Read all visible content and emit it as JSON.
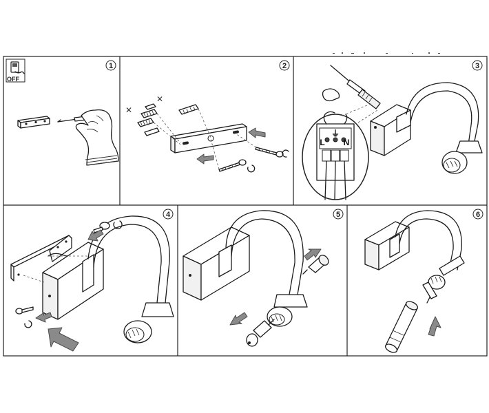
{
  "steps": [
    {
      "number": "1",
      "badge_text": "OFF"
    },
    {
      "number": "2"
    },
    {
      "number": "3",
      "terminals": [
        "L",
        "⏚",
        "N"
      ]
    },
    {
      "number": "4"
    },
    {
      "number": "5"
    },
    {
      "number": "6"
    }
  ],
  "colors": {
    "line": "#1c1c1c",
    "arrow_fill": "#8a8a8a",
    "background": "#ffffff"
  },
  "icons": [
    "power-switch-icon",
    "pencil-icon",
    "screwdriver-icon",
    "wall-plug-icon",
    "screw-icon",
    "washer-icon",
    "arrow-icon",
    "terminal-block-icon"
  ]
}
